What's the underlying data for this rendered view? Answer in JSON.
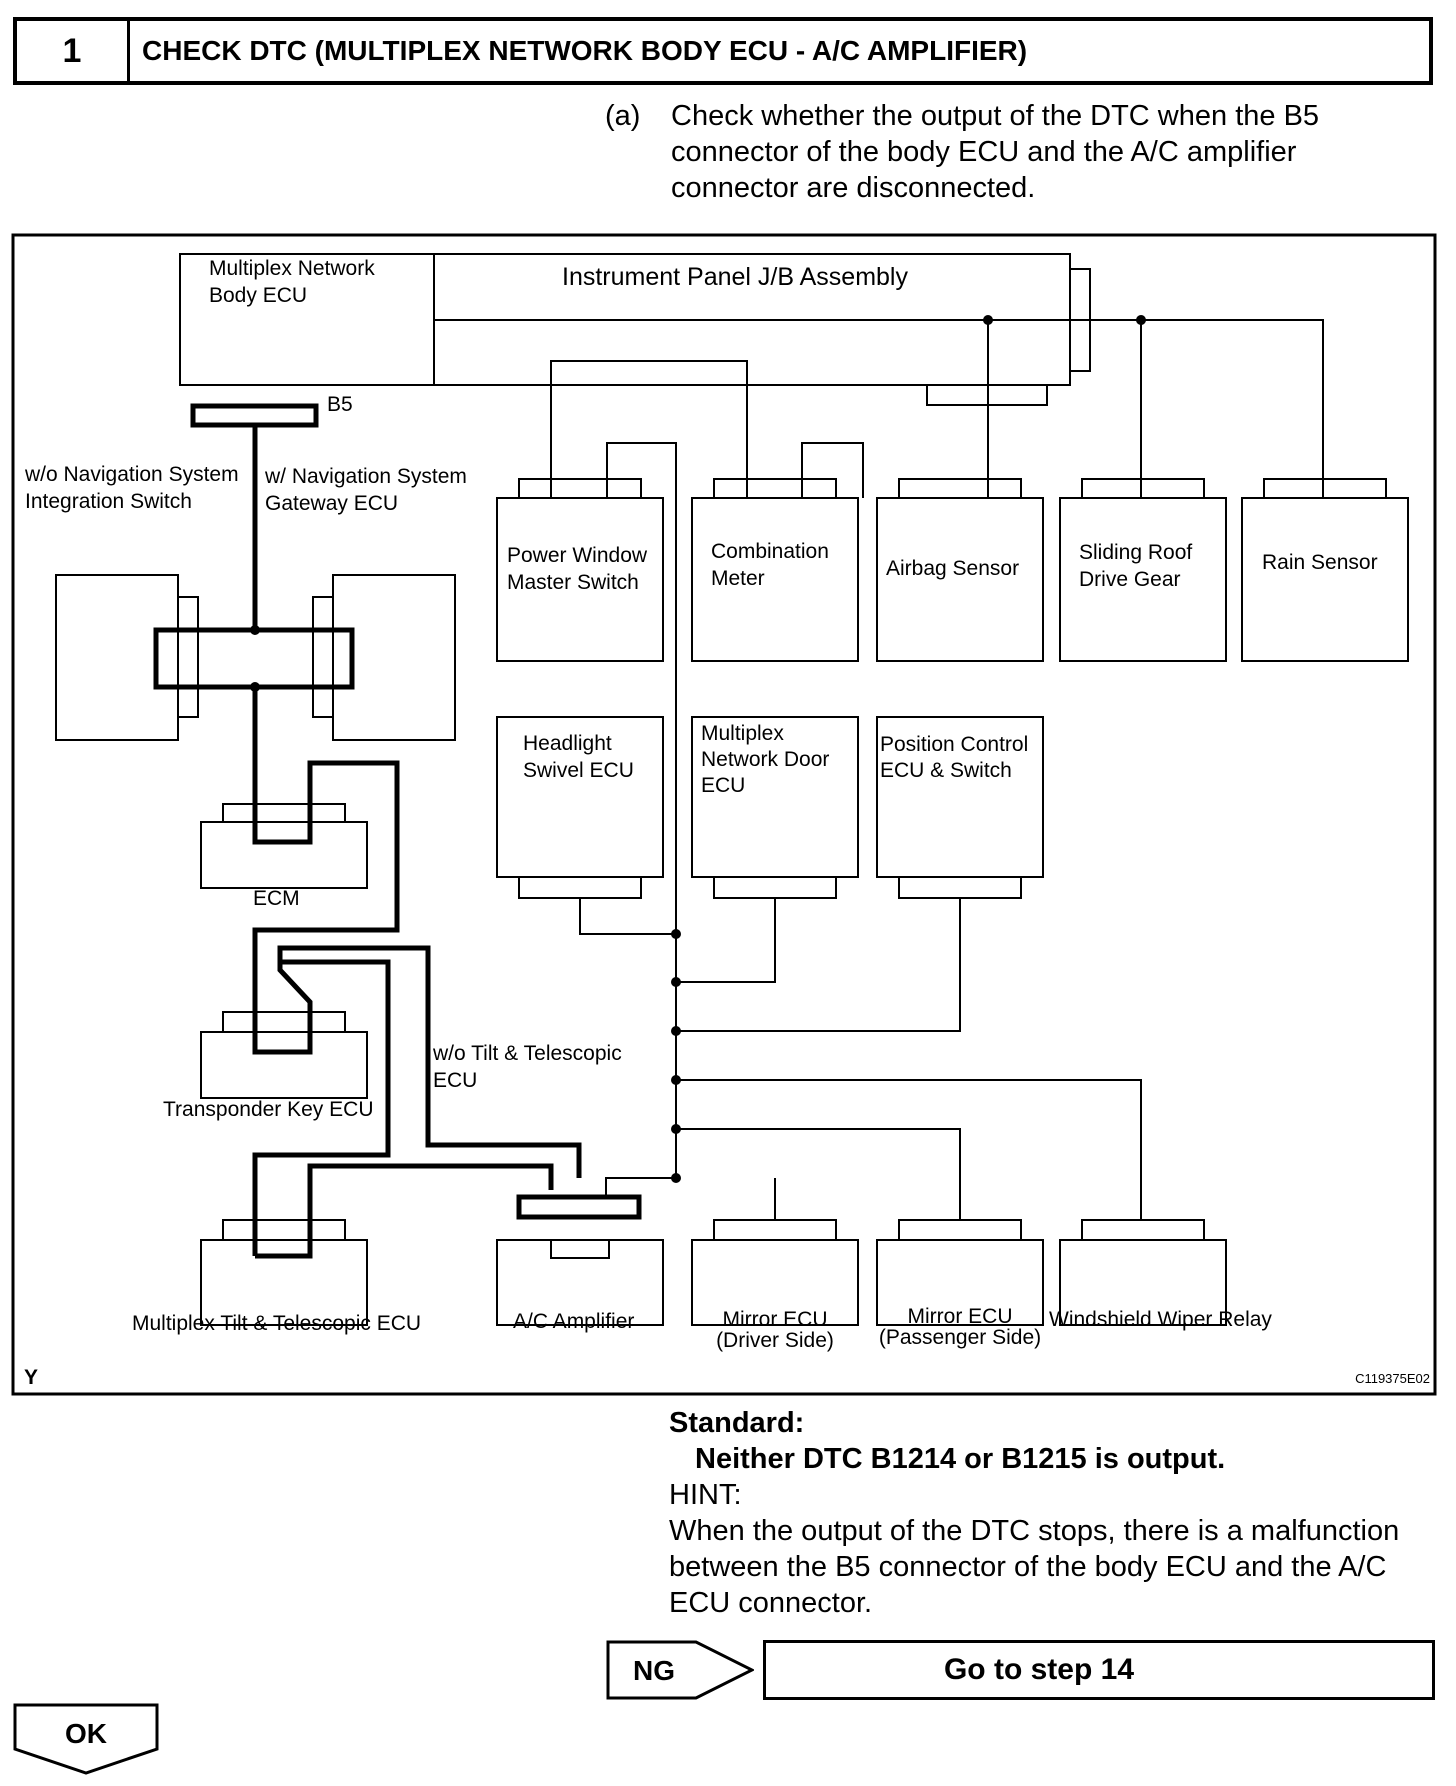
{
  "step": {
    "number": "1",
    "title": "CHECK DTC (MULTIPLEX NETWORK BODY ECU - A/C AMPLIFIER)"
  },
  "instruction": {
    "label": "(a)",
    "text": "Check whether the output of the DTC when the B5 connector of the body ECU and the A/C amplifier connector are disconnected."
  },
  "diagram": {
    "body_ecu": [
      "Multiplex Network",
      "Body ECU"
    ],
    "jb_title": "Instrument Panel J/B Assembly",
    "b5": "B5",
    "wo_nav": [
      "w/o Navigation System",
      "Integration Switch"
    ],
    "w_nav": [
      "w/ Navigation System",
      "Gateway ECU"
    ],
    "ecm": "ECM",
    "transponder": "Transponder Key ECU",
    "wo_tilt": [
      "w/o Tilt & Telescopic",
      "ECU"
    ],
    "tilt": "Multiplex Tilt & Telescopic ECU",
    "ac": "A/C Amplifier",
    "power_window": [
      "Power Window",
      "Master Switch"
    ],
    "combination": [
      "Combination",
      "Meter"
    ],
    "airbag": "Airbag Sensor",
    "sliding_roof": [
      "Sliding Roof",
      "Drive Gear"
    ],
    "rain": "Rain Sensor",
    "headlight": [
      "Headlight",
      "Swivel ECU"
    ],
    "door_ecu": [
      "Multiplex",
      "Network Door",
      "ECU"
    ],
    "position": [
      "Position Control",
      "ECU & Switch"
    ],
    "mirror_driver": [
      "Mirror ECU",
      "(Driver Side)"
    ],
    "mirror_pass": [
      "Mirror ECU",
      "(Passenger Side)"
    ],
    "wiper": "Windshield Wiper Relay",
    "corner_y": "Y",
    "figure_code": "C119375E02"
  },
  "standard": {
    "label": "Standard:",
    "value": "Neither DTC B1214 or B1215 is output.",
    "hint_label": "HINT:",
    "hint_text": "When the output of the DTC stops, there is a malfunction between the B5 connector of the body ECU and the A/C ECU connector."
  },
  "nav": {
    "ng": "NG",
    "goto": "Go to step 14",
    "ok": "OK"
  }
}
